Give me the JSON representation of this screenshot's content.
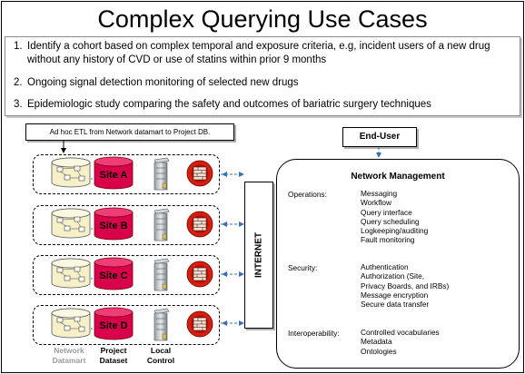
{
  "title": "Complex Querying Use Cases",
  "use_cases": [
    {
      "num": "1.",
      "text": "Identify a cohort based on complex temporal and exposure criteria, e.g, incident users of a new drug without any history of CVD or use of statins within prior 9 months"
    },
    {
      "num": "2.",
      "text": "Ongoing signal detection monitoring of selected new drugs"
    },
    {
      "num": "3.",
      "text": "Epidemiologic study comparing the safety and outcomes of bariatric surgery techniques"
    }
  ],
  "etl_label": "Ad hoc ETL from Network datamart to Project DB.",
  "end_user_label": "End-User",
  "sites": [
    {
      "label": "Site A"
    },
    {
      "label": "Site B"
    },
    {
      "label": "Site C"
    },
    {
      "label": "Site D"
    }
  ],
  "internet_label": "INTERNET",
  "network_management": {
    "title": "Network Management",
    "operations_label": "Operations:",
    "operations_items": "Messaging\nWorkflow\nQuery interface\nQuery scheduling\nLogkeeping/auditing\nFault monitoring",
    "security_label": "Security:",
    "security_items": "Authentication\nAuthorization (Site,\nPrivacy Boards, and IRBs)\nMessage encryption\nSecure data transfer",
    "interoperability_label": "Interoperability:",
    "interoperability_items": "Controlled vocabularies\nMetadata\nOntologies"
  },
  "columns": {
    "network_datamart": "Network\nDatamart",
    "project_dataset": "Project\nDataset",
    "local_control": "Local\nControl"
  },
  "colors": {
    "cylinder_red": "#d9004c",
    "cylinder_yellow": "#f5f0c8",
    "firewall_red": "#d91e10",
    "arrow_blue": "#3b6fb6"
  },
  "icons": [
    "datamart-cylinder-icon",
    "database-cylinder-icon",
    "server-icon",
    "firewall-icon"
  ]
}
